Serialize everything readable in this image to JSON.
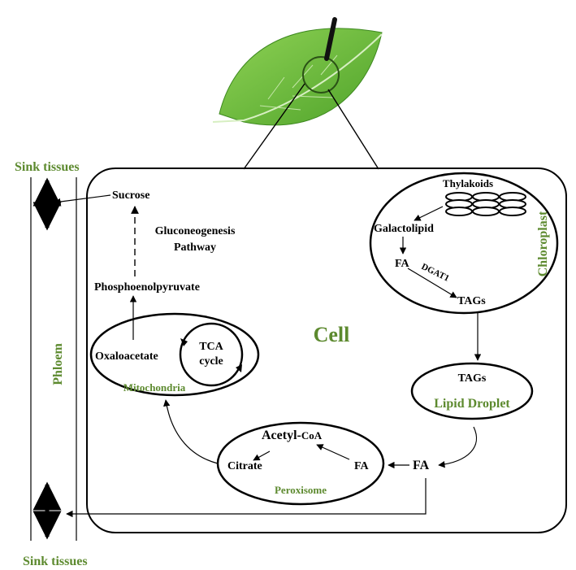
{
  "colors": {
    "accent_green": "#5d8a2f",
    "leaf_green": "#6fbf3a",
    "line": "#000000"
  },
  "labels": {
    "sink_top": "Sink tissues",
    "sink_bottom": "Sink tissues",
    "phloem": "Phloem",
    "cell": "Cell",
    "sucrose": "Sucrose",
    "gluconeogenesis_line1": "Gluconeogenesis",
    "gluconeogenesis_line2": "Pathway",
    "pep": "Phosphoenolpyruvate",
    "oxaloacetate": "Oxaloacetate",
    "tca_line1": "TCA",
    "tca_line2": "cycle",
    "mitochondria": "Mitochondria",
    "acetyl": "Acetyl-",
    "coa": "CoA",
    "citrate": "Citrate",
    "fa_perox": "FA",
    "peroxisome": "Peroxisome",
    "fa_outside": "FA",
    "tags_droplet": "TAGs",
    "lipid_droplet": "Lipid Droplet",
    "thylakoids": "Thylakoids",
    "galactolipid": "Galactolipid",
    "fa_chloro": "FA",
    "dgat": "DGAT1",
    "tags_chloro": "TAGs",
    "chloroplast": "Chloroplast"
  },
  "icons": {
    "leaf": "leaf-magnifier-icon",
    "arrows": "double-headed-arrow-icon"
  }
}
